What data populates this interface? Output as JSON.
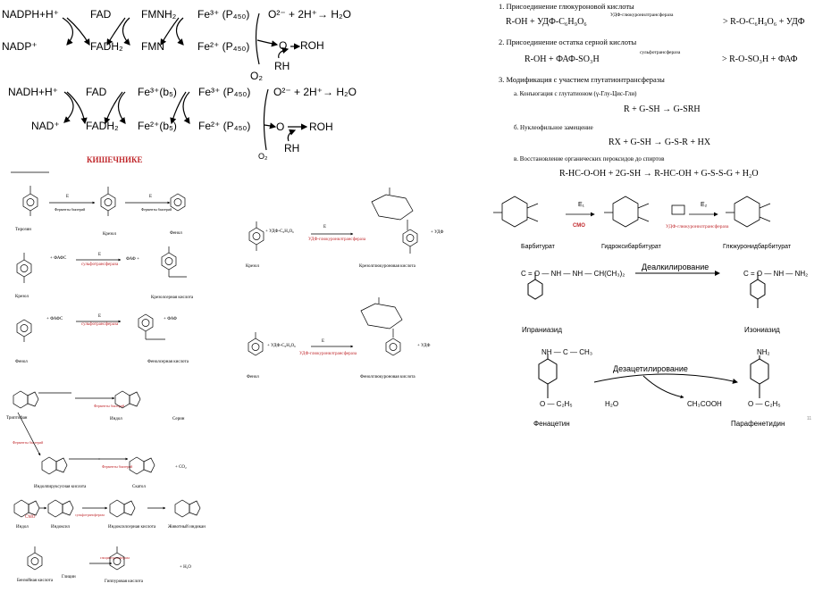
{
  "cycle1": {
    "nadph": "NADPH+H⁺",
    "nadp": "NADP⁺",
    "fad": "FAD",
    "fadh2": "FADH₂",
    "fmnh2": "FMNH₂",
    "fmn": "FMN",
    "fe3": "Fe³⁺ (P₄₅₀)",
    "fe2": "Fe²⁺ (P₄₅₀)",
    "o2minus": "O²⁻ + 2H⁺→ H₂O",
    "o": "O",
    "roh": "ROH",
    "rh": "RH",
    "o2": "O₂"
  },
  "cycle2": {
    "nadh": "NADH+H⁺",
    "nad": "NAD⁺",
    "fad": "FAD",
    "fadh2": "FADH₂",
    "fe3b5": "Fe³⁺(b₅)",
    "fe2b5": "Fe²⁺(b₅)",
    "fe3": "Fe³⁺ (P₄₅₀)",
    "fe2": "Fe²⁺ (P₄₅₀)",
    "o2minus": "O²⁻ + 2H⁺→ H₂O",
    "o": "O",
    "roh": "ROH",
    "rh": "RH",
    "o2": "O₂"
  },
  "intestine": {
    "heading": "КИШЕЧНИКЕ",
    "tyrosine": "Тирозин",
    "cresol1": "Крезол",
    "phenol1": "Фенол",
    "enzyme_e": "E",
    "bact_enzymes": "Ферменты бактерий",
    "fafs": "+ ФАФС",
    "faf": "ФАФ +",
    "faf2": "+ ФАФ",
    "sulfotransferase": "сульфотрансфераза",
    "cresol2": "Крезол",
    "cresol_sulfuric": "Крезолсерная кислота",
    "phenol2": "Фенол",
    "phenol_sulfuric": "Фенолсерная кислота",
    "udp": "+ УДФ-C₆H₉O₆",
    "udp_out": "+ УДФ",
    "udp_glucuronyl": "УДФ-глюкуронилтрансфераза",
    "cresol3": "Крезол",
    "cresol_glucuronic": "Крезолглюкуроновая кислота",
    "phenol3": "Фенол",
    "phenol_glucuronic": "Фенолглюкуроновая кислота",
    "tryptophan": "Триптофан",
    "indole": "Индол",
    "serine": "Серин",
    "indolepyruvic": "Индолпируксусная кислота",
    "skatole": "Скатол",
    "co2": "+ CO₂",
    "indole2": "Индол",
    "indoxyl": "Индоксил",
    "indoxylsulfuric": "Индоксилсерная кислота",
    "animal_indican": "Животный индикан",
    "smo": "СМО",
    "benzoic": "Бензойная кислота",
    "glycine": "Глицин",
    "hippuric": "Гиппуровая кислота",
    "glycine_transferase": "глицинтрансфераза",
    "h2o": "+ H₂O",
    "nh": "NH",
    "oh": "OH",
    "ch3": "CH₃",
    "cooh": "COOH"
  },
  "right": {
    "s1": "1. Присоединение глюкуроновой  кислоты",
    "r1": "R-OH + УДФ-C₆H₉O₆",
    "e1": "УДФ-глюкуронилтрансфераза",
    "p1": "> R-O-C₆H₉O₆ + УДФ",
    "s2": "2. Присоединение остатка серной кислоты",
    "r2": "R-OH + ФАФ-SO₃H",
    "e2": "сульфотрансфераза",
    "p2": "> R-O-SO₃H + ФАФ",
    "s3": "3. Модификация с участием глутатионтрансферазы",
    "s3a": "а. Конъюгация с глутатионом (γ-Глу-Цис-Гли)",
    "r3a": "R + G-SH → G-SRH",
    "s3b": "б. Нуклеофильное замещение",
    "r3b": "RX + G-SH → G-S-R + HX",
    "s3c": "в. Восстановление органических пероксидов до спиртов",
    "r3c": "R-HC-O-OH + 2G-SH → R-HC-OH + G-S-S-G + H₂O",
    "barbiturate": "Барбитурат",
    "hydroxybarb": "Гидроксибарбитурат",
    "glucuronidbarb": "Глюкуронидбарбитурат",
    "e1_label": "E₁",
    "e2_label": "E₂",
    "smo": "СМО",
    "udp_gt": "УДФ-глюкуронилтрансфераза",
    "dealkylation": "Деалкилирование",
    "iproniazid": "Ипраниазид",
    "isoniazid": "Изониазид",
    "iproniazid_formula": "C = O — NH — NH — CH(CH₃)₂",
    "isoniazid_formula": "C = O — NH — NH₂",
    "deacetylation": "Дезацетилирование",
    "phenacetin": "Фенацетин",
    "paraphenetidine": "Парафенетидин",
    "h2o": "H₂O",
    "ch3cooh": "CH₃COOH",
    "oc2h5": "O — C₂H₅",
    "nh2": "NH₂",
    "nh_co_ch3": "NH — C — CH₃",
    "page": "11"
  }
}
